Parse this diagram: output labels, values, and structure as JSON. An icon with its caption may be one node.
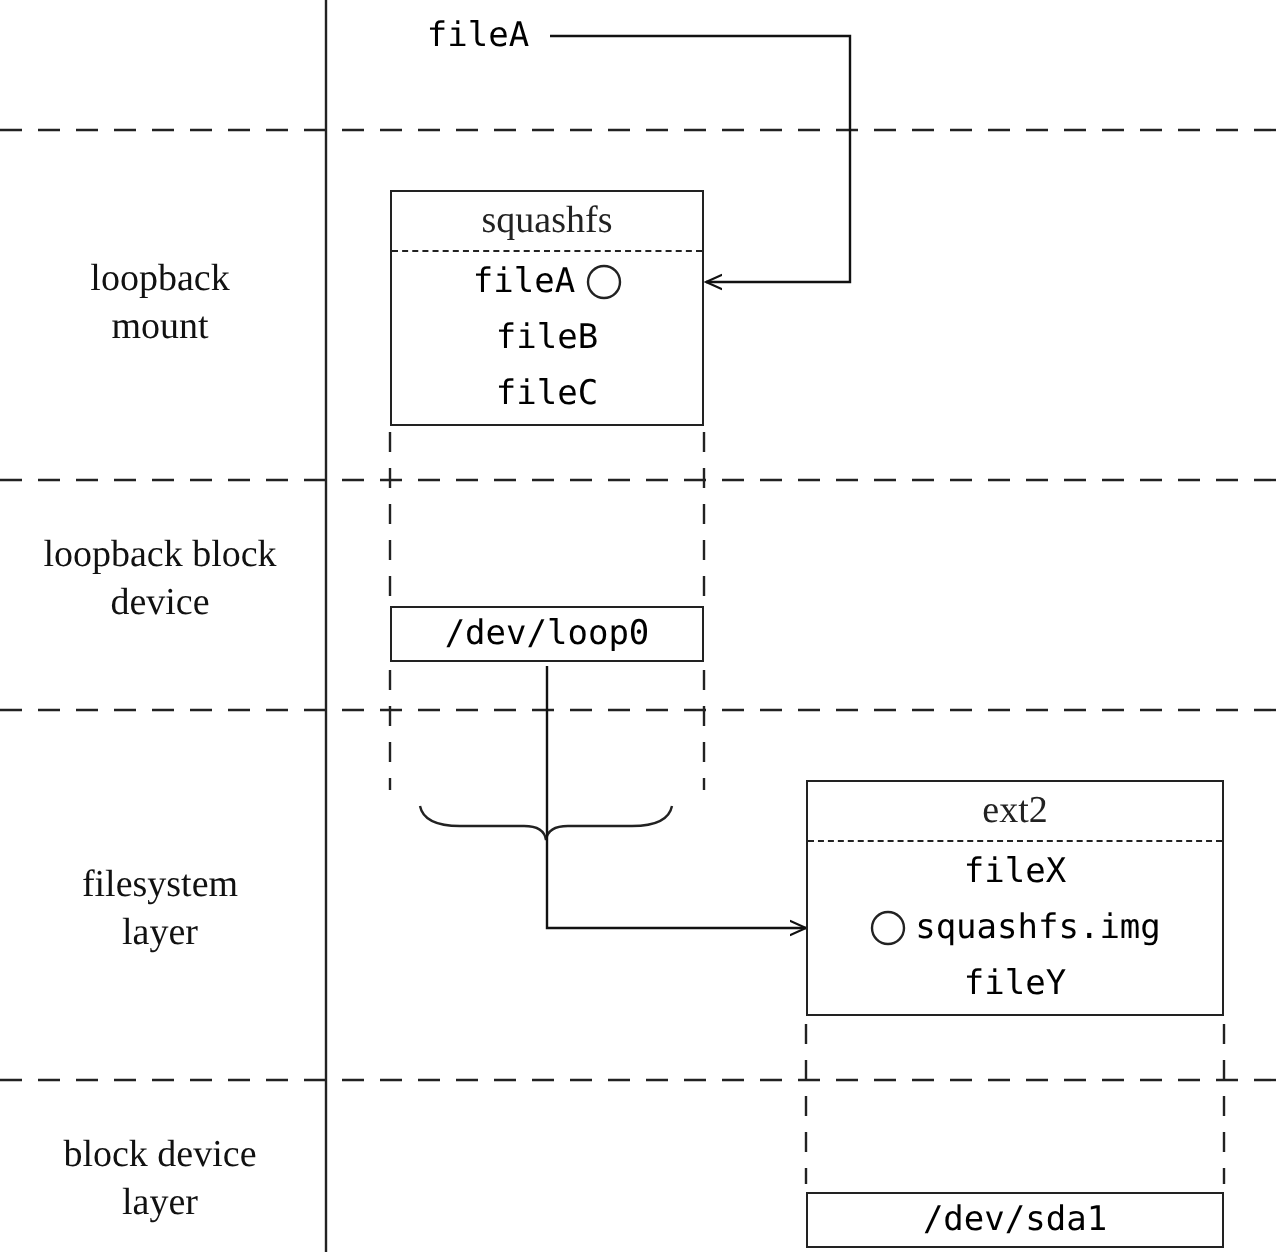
{
  "diagram": {
    "nodes": [
      {
        "text": [
          "fileA"
        ]
      },
      {
        "text": [
          "squashfs"
        ]
      },
      {
        "text": [
          "fileA"
        ],
        "in": 1
      },
      {
        "text": [
          "fileB"
        ],
        "in": 1
      },
      {
        "text": [
          "fileC"
        ],
        "in": 1
      },
      {
        "text": [
          "/dev/loop0"
        ]
      },
      {
        "text": [
          "ext2"
        ]
      },
      {
        "text": [
          "fileX"
        ],
        "in": 6
      },
      {
        "text": [
          "squashfs.img"
        ],
        "in": 6
      },
      {
        "text": [
          "fileY"
        ],
        "in": 6
      },
      {
        "text": [
          "/dev/sda1"
        ]
      }
    ],
    "edges": [
      {
        "from": 0,
        "to": 2,
        "arrow": "to"
      },
      {
        "from": 5,
        "to": 8,
        "arrow": "to"
      }
    ],
    "labels": [
      "loopback mount",
      "loopback block device",
      "filesystem layer",
      "block device layer"
    ]
  }
}
